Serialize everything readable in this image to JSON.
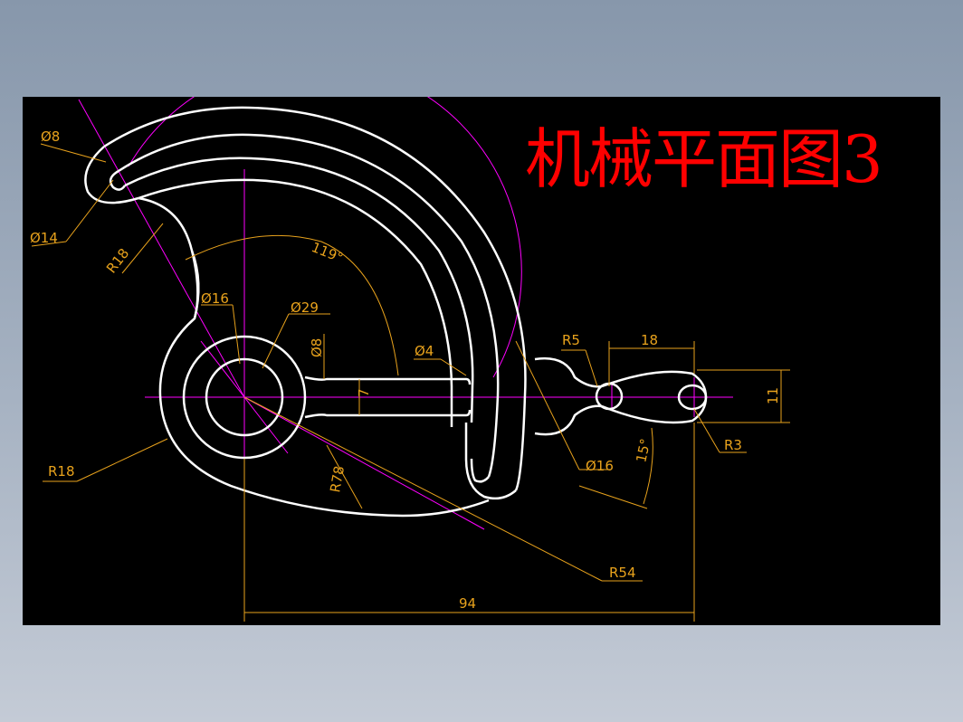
{
  "title": "机械平面图3",
  "colors": {
    "outline": "#ffffff",
    "centerline": "#ff00ff",
    "dimension": "#e8a21c",
    "title": "#ff0000",
    "canvas": "#000000"
  },
  "dimensions": {
    "phi8_top": "Ø8",
    "phi14": "Ø14",
    "r18_top": "R18",
    "angle119": "119°",
    "phi16_left": "Ø16",
    "phi29": "Ø29",
    "phi8_slot": "Ø8",
    "phi4": "Ø4",
    "seven": "7",
    "r5": "R5",
    "eighteen": "18",
    "eleven": "11",
    "r3": "R3",
    "phi16_right": "Ø16",
    "angle15": "15°",
    "r18_left": "R18",
    "r78": "R78",
    "r54": "R54",
    "ninety_four": "94"
  }
}
